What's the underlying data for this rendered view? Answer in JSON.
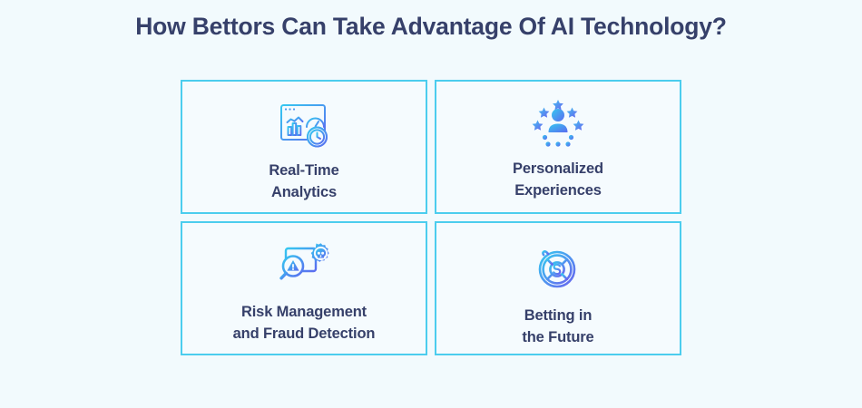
{
  "page": {
    "title": "How Bettors Can Take Advantage Of AI Technology?",
    "background_color": "#f2fafd",
    "title_color": "#36406a",
    "card_border_color": "#4ccdee",
    "card_background_color": "#f5fbfe",
    "icon_gradient_start": "#35c8f0",
    "icon_gradient_end": "#5b6cf0"
  },
  "cards": [
    {
      "id": "real-time-analytics",
      "icon": "analytics-dashboard-icon",
      "label_line_1": "Real-Time",
      "label_line_2": "Analytics"
    },
    {
      "id": "personalized-experiences",
      "icon": "personalized-user-stars-icon",
      "label_line_1": "Personalized",
      "label_line_2": "Experiences"
    },
    {
      "id": "risk-management-and-fraud-detection",
      "icon": "fraud-detection-monitor-icon",
      "label_line_1": "Risk Management",
      "label_line_2": "and Fraud Detection"
    },
    {
      "id": "betting-in-the-future",
      "icon": "roulette-wheel-dollar-icon",
      "label_line_1": "Betting in",
      "label_line_2": "the Future"
    }
  ]
}
